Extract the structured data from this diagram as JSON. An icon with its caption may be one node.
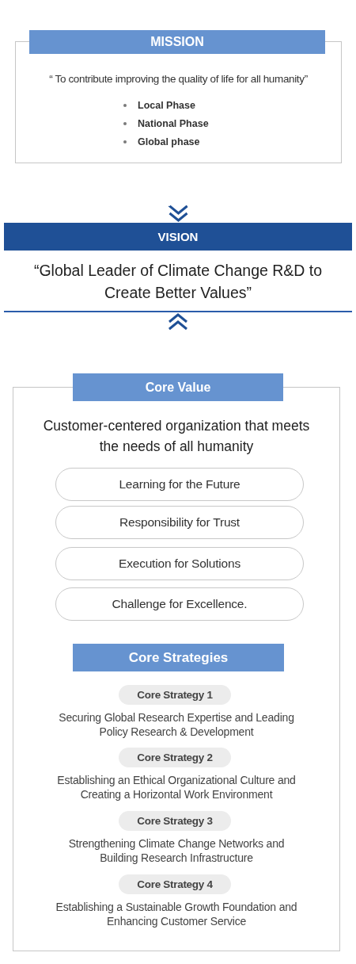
{
  "diagram": {
    "nodes": [
      {
        "text": [
          "MISSION",
          "“ To contribute improving the quality of life for all humanity”",
          "Local Phase",
          "National Phase",
          "Global phase"
        ]
      },
      {
        "text": [
          "VISION",
          "“Global Leader of Climate Change R&D to Create Better Values”"
        ]
      },
      {
        "text": [
          "Core Value"
        ]
      },
      {
        "text": [
          "Customer-centered organization that meets the needs of all humanity"
        ]
      },
      {
        "text": [
          "Learning for the Future"
        ],
        "in": 3
      },
      {
        "text": [
          "Responsibility for Trust"
        ],
        "in": 3
      },
      {
        "text": [
          "Execution for Solutions"
        ],
        "in": 3
      },
      {
        "text": [
          "Challenge for Excellence."
        ],
        "in": 3
      },
      {
        "text": [
          "Core Strategies"
        ],
        "in": 3
      },
      {
        "text": [
          "Core Strategy 1"
        ],
        "in": 3,
        "beside": [
          "Securing Global Research Expertise and Leading Policy Research & Development"
        ]
      },
      {
        "text": [
          "Core Strategy 2"
        ],
        "in": 3,
        "beside": [
          "Establishing an Ethical Organizational Culture and Creating a Horizontal Work Environment"
        ]
      },
      {
        "text": [
          "Core Strategy 3"
        ],
        "in": 3,
        "beside": [
          "Strengthening Climate Change Networks and Building Research Infrastructure"
        ]
      },
      {
        "text": [
          "Core Strategy 4"
        ],
        "in": 3,
        "beside": [
          "Establishing a Sustainable Growth Foundation and Enhancing Customer Service"
        ]
      }
    ],
    "edges": [
      {
        "from": 0,
        "to": 1,
        "arrow": "to"
      },
      {
        "from": 2,
        "to": 1,
        "arrow": "to"
      }
    ]
  }
}
